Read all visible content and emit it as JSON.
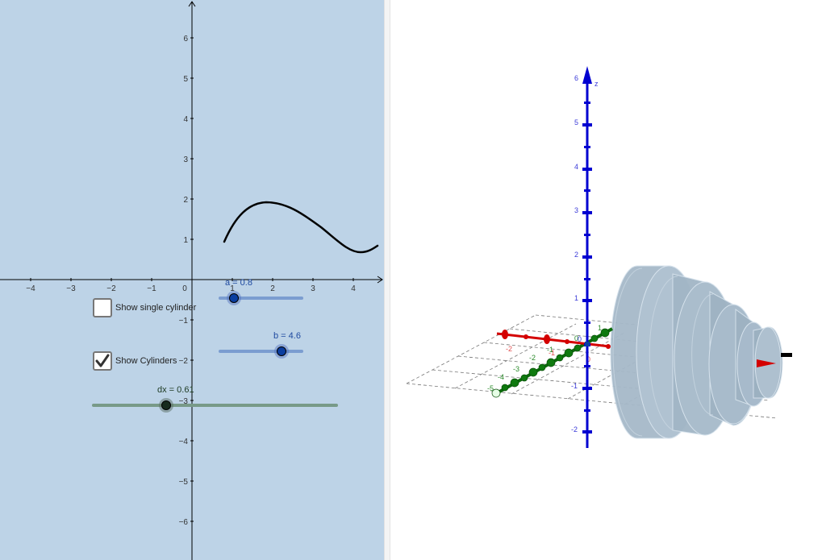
{
  "graphics2d": {
    "background": "#bdd3e7",
    "x_ticks": [
      "−4",
      "−3",
      "−2",
      "−1",
      "0",
      "1",
      "2",
      "3",
      "4"
    ],
    "y_ticks_pos": [
      "1",
      "2",
      "3",
      "4",
      "5",
      "6"
    ],
    "y_ticks_neg": [
      "−1",
      "−2",
      "−3",
      "−4",
      "−5",
      "−6"
    ],
    "function_curve": {
      "color": "#000000",
      "x_range": [
        0.8,
        4.6
      ],
      "points": [
        [
          0.8,
          0.94
        ],
        [
          1.2,
          1.55
        ],
        [
          1.84,
          1.92
        ],
        [
          2.5,
          1.6
        ],
        [
          3.2,
          1.05
        ],
        [
          3.8,
          0.72
        ],
        [
          4.18,
          0.68
        ],
        [
          4.6,
          0.84
        ]
      ]
    },
    "checkboxes": {
      "single_cylinder": {
        "label": "Show single cylinder",
        "checked": false
      },
      "cylinders": {
        "label": "Show Cylinders",
        "checked": true
      }
    },
    "sliders": {
      "a": {
        "label": "a = 0.8",
        "value": 0.8,
        "color": "#0b3ea0",
        "track_color": "#7b9dd0"
      },
      "b": {
        "label": "b = 4.6",
        "value": 4.6,
        "color": "#0b3ea0",
        "track_color": "#7b9dd0"
      },
      "dx": {
        "label": "dx = 0.61",
        "value": 0.61,
        "color": "#172a1d",
        "track_color": "#789a88"
      }
    }
  },
  "graphics3d": {
    "z_axis_label": "z",
    "z_ticks": [
      "6",
      "5",
      "4",
      "3",
      "2",
      "1",
      "0",
      "-1",
      "-2"
    ],
    "x_ticks": [
      "-2",
      "-1",
      "0",
      "1"
    ],
    "y_ticks": [
      "-5",
      "-4",
      "-3",
      "-2",
      "-1",
      "0",
      "1"
    ],
    "axis_colors": {
      "x": "#d40000",
      "y": "#006400",
      "z": "#0000d0"
    },
    "solid_color": "#a9bccb"
  }
}
